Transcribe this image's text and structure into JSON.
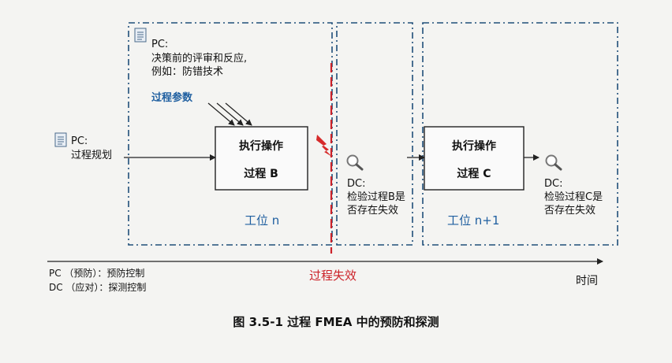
{
  "pc_top": {
    "line1": "PC:",
    "line2": "决策前的评审和反应,",
    "line3": "例如：防错技术"
  },
  "process_params": "过程参数",
  "pc_left": {
    "line1": "PC:",
    "line2": "过程规划"
  },
  "box_b": {
    "line1": "执行操作",
    "line2": "过程 B"
  },
  "box_c": {
    "line1": "执行操作",
    "line2": "过程 C"
  },
  "station_n": "工位 n",
  "station_n1": "工位 n+1",
  "dc_b": {
    "line1": "DC:",
    "line2": "检验过程B是",
    "line3": "否存在失效"
  },
  "dc_c": {
    "line1": "DC:",
    "line2": "检验过程C是",
    "line3": "否存在失效"
  },
  "failure_label": "过程失效",
  "legend": {
    "pc": "PC （预防）：预防控制",
    "dc": "DC （应对）：探测控制"
  },
  "time_label": "时间",
  "caption": "图 3.5-1 过程 FMEA 中的预防和探测",
  "colors": {
    "frame": "#1f4e79",
    "blue_text": "#1f5fa0",
    "red": "#cc2229",
    "text": "#111111"
  },
  "icons": [
    "document-icon",
    "magnifier-icon",
    "lightning-icon"
  ]
}
